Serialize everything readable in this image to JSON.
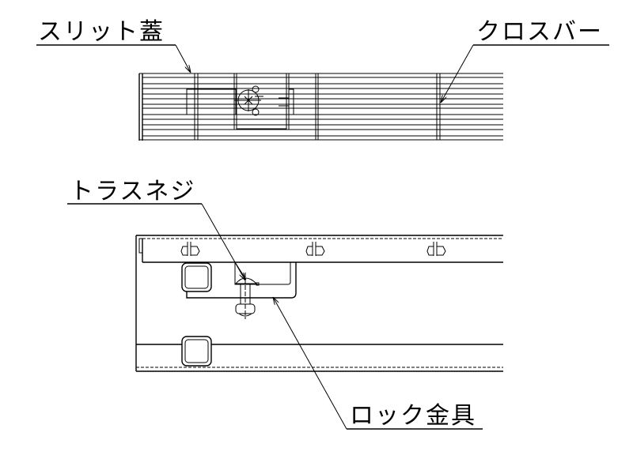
{
  "labels": {
    "slit_lid": "スリット蓋",
    "cross_bar": "クロスバー",
    "truss_screw": "トラスネジ",
    "lock_fitting": "ロック金具"
  }
}
